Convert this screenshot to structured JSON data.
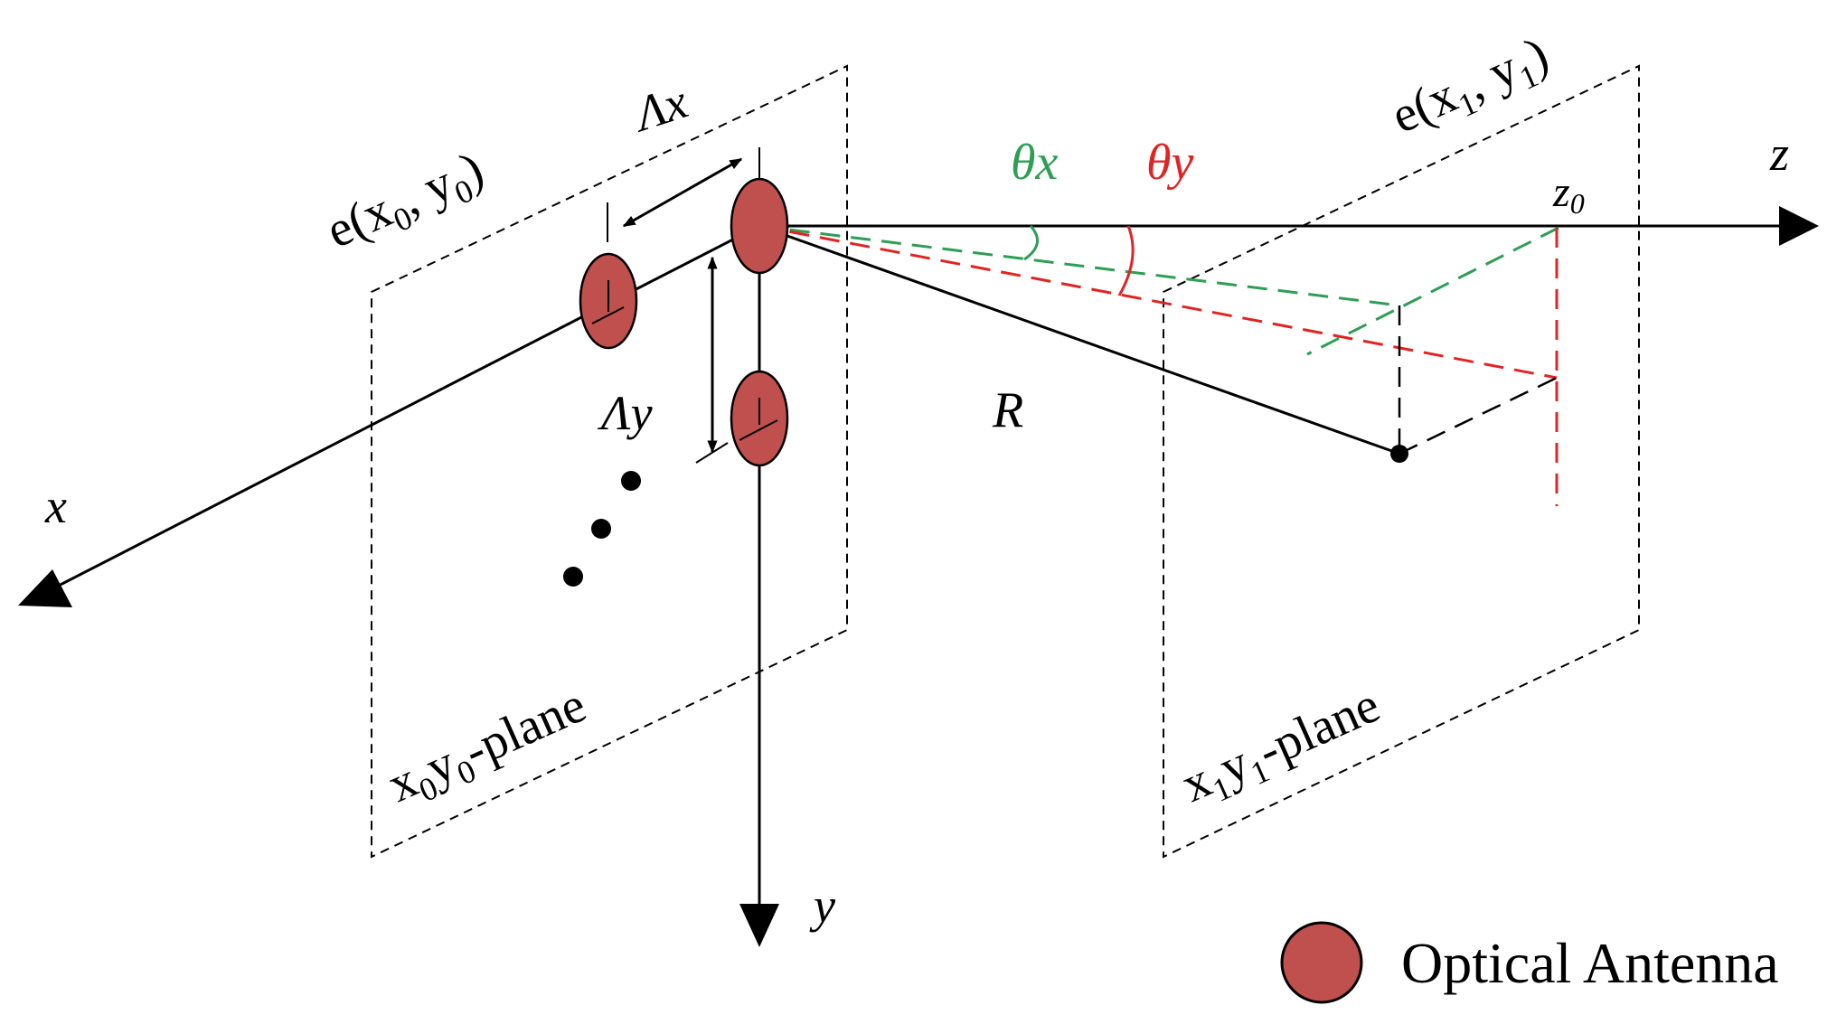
{
  "labels": {
    "e_input": "e(x",
    "e_input_sub0": "0",
    "e_input_mid": ", y",
    "e_input_sub1": "0",
    "e_input_end": ")",
    "e_output": "e(x",
    "e_output_sub0": "1",
    "e_output_mid": ", y",
    "e_output_sub1": "1",
    "e_output_end": ")",
    "delta_x": "Λx",
    "delta_y": "Λy",
    "theta_x": "θx",
    "theta_y": "θy",
    "axis_z": "z",
    "axis_x": "x",
    "axis_y": "y",
    "z0": "z",
    "z0_sub": "0",
    "range": "R",
    "plane_input": "x",
    "plane_input_sub0": "0",
    "plane_input_mid": "y",
    "plane_input_sub1": "0",
    "plane_input_end": "-plane",
    "plane_output": "x",
    "plane_output_sub0": "1",
    "plane_output_mid": "y",
    "plane_output_sub1": "1",
    "plane_output_end": "-plane"
  },
  "legend": {
    "antenna_label": "Optical Antenna"
  },
  "colors": {
    "antenna_fill": "#c0504d",
    "theta_x": "#2e9e55",
    "theta_y": "#e02424",
    "ink": "#000000"
  }
}
